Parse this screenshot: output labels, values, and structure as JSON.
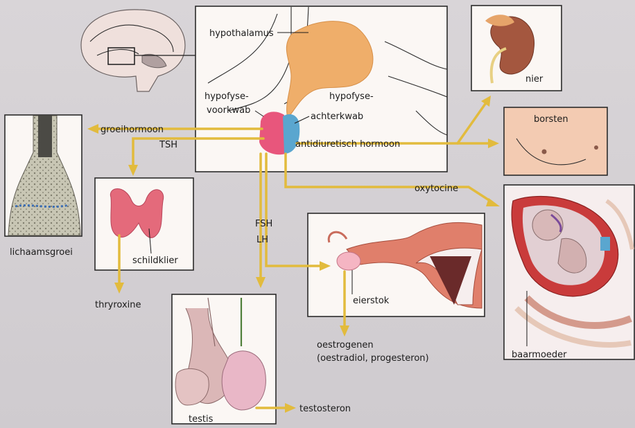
{
  "labels": {
    "hypothalamus": "hypothalamus",
    "voorkwab_1": "hypofyse-",
    "voorkwab_2": "voorkwab",
    "achterkwab_1": "hypofyse-",
    "achterkwab_2": "achterkwab",
    "groeihormoon": "groeihormoon",
    "tsh": "TSH",
    "adh": "antidiuretisch hormoon",
    "oxytocine": "oxytocine",
    "fsh": "FSH",
    "lh": "LH",
    "nier": "nier",
    "borsten": "borsten",
    "lichaamsgroei": "lichaamsgroei",
    "schildklier": "schildklier",
    "thryroxine": "thryroxine",
    "eierstok": "eierstok",
    "oestrogenen": "oestrogenen",
    "oestrogenen_sub": "(oestradiol, progesteron)",
    "testis": "testis",
    "testosteron": "testosteron",
    "baarmoeder": "baarmoeder"
  },
  "colors": {
    "arrow": "#e2bb3d",
    "hypothalamus": "#efae6a",
    "voorkwab": "#e8567c",
    "achterkwab": "#5aa6cf",
    "box_border": "#2a2a2a"
  }
}
